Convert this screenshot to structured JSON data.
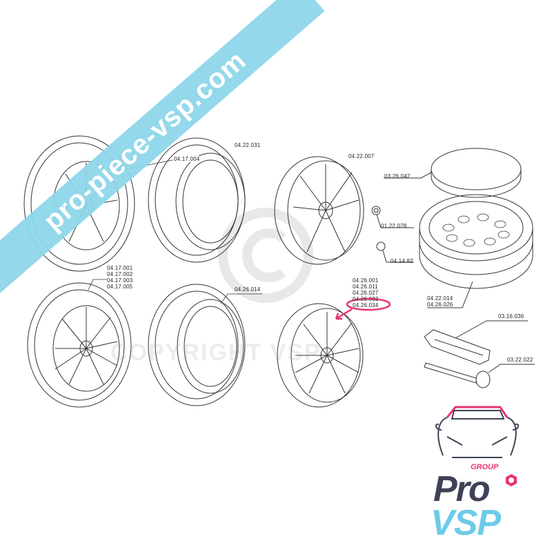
{
  "banner": {
    "text": "pro-piece-vsp.com"
  },
  "watermark": {
    "text": "COPYRIGHT VSP"
  },
  "labels": {
    "tire_complete_top": [
      "04.17.004"
    ],
    "tire_top": [
      "04.22.031"
    ],
    "rim_top": [
      "04.22.007"
    ],
    "cover": [
      "03.26.042"
    ],
    "bolt": [
      "01.22.078"
    ],
    "cap": [
      "04.14.82"
    ],
    "tire_complete_bottom": [
      "04.17.001",
      "04.17.002",
      "04.17.003",
      "04.17.005"
    ],
    "tire_bottom": [
      "04.26.014"
    ],
    "rim_bottom": [
      "04.26.001",
      "04.26.011",
      "04.26.027",
      "04.26.032",
      "04.26.034"
    ],
    "spare_wheel": [
      "04.22.014",
      "04.26.026"
    ],
    "jack": [
      "03.16.036"
    ],
    "wrench": [
      "03.22.022"
    ]
  },
  "highlight": {
    "part": "04.26.034",
    "color": "#e8336f"
  },
  "logo": {
    "group": "GROUP",
    "pro": "Pro",
    "vsp": "VSP",
    "accent": "#e8336f",
    "dark": "#3d4256",
    "light": "#6ccbe8"
  }
}
